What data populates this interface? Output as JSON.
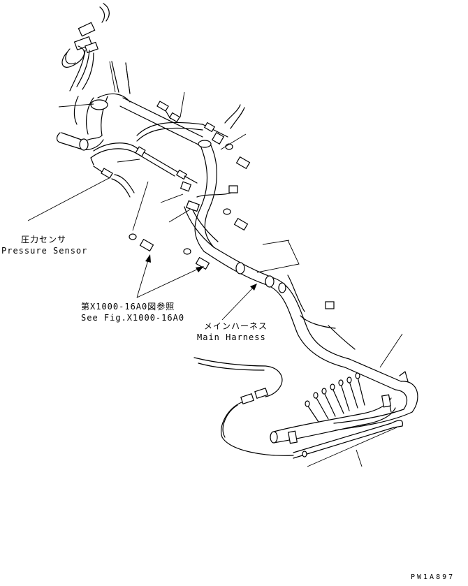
{
  "labels": {
    "pressure_sensor_jp": "圧力センサ",
    "pressure_sensor_en": "Pressure Sensor",
    "see_fig_jp": "第X1000-16A0図参照",
    "see_fig_en": "See Fig.X1000-16A0",
    "main_harness_jp": "メインハーネス",
    "main_harness_en": "Main Harness",
    "drawing_code": "PW1A897"
  }
}
